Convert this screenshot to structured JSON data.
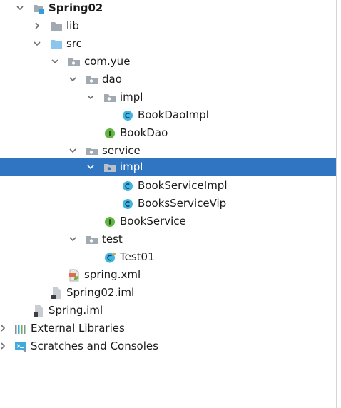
{
  "tree": {
    "project": "Spring02",
    "lib": "lib",
    "src": "src",
    "pkg_root": "com.yue",
    "dao": "dao",
    "dao_impl": "impl",
    "book_dao_impl": "BookDaoImpl",
    "book_dao": "BookDao",
    "service": "service",
    "service_impl": "impl",
    "book_service_impl": "BookServiceImpl",
    "books_service_vip": "BooksServiceVip",
    "book_service": "BookService",
    "test": "test",
    "test01": "Test01",
    "spring_xml": "spring.xml",
    "spring02_iml": "Spring02.iml",
    "spring_iml": "Spring.iml",
    "external_libraries": "External Libraries",
    "scratches": "Scratches and Consoles"
  },
  "selected_item": "service_impl",
  "colors": {
    "selection": "#2f75c2",
    "folder_gray": "#a2a9b0",
    "folder_blue": "#8dc6ec",
    "class_icon": "#40b6e0",
    "interface_icon": "#62b543",
    "arrow": "#6e6e6e"
  }
}
